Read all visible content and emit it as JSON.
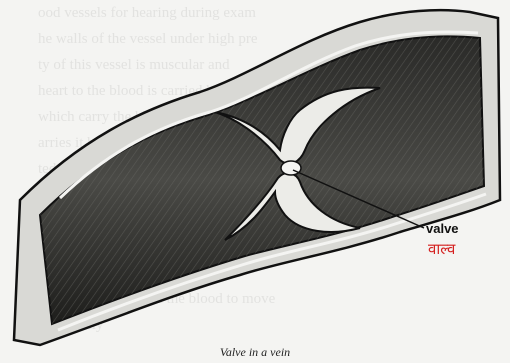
{
  "diagram": {
    "labels": {
      "english": "valve",
      "hindi": "वाल्व"
    },
    "caption": "Valve in a vein"
  },
  "colors": {
    "vein_wall": "#cfcfcb",
    "vein_interior": "#3a3a38",
    "label_english": "#111111",
    "label_hindi": "#d42020"
  }
}
